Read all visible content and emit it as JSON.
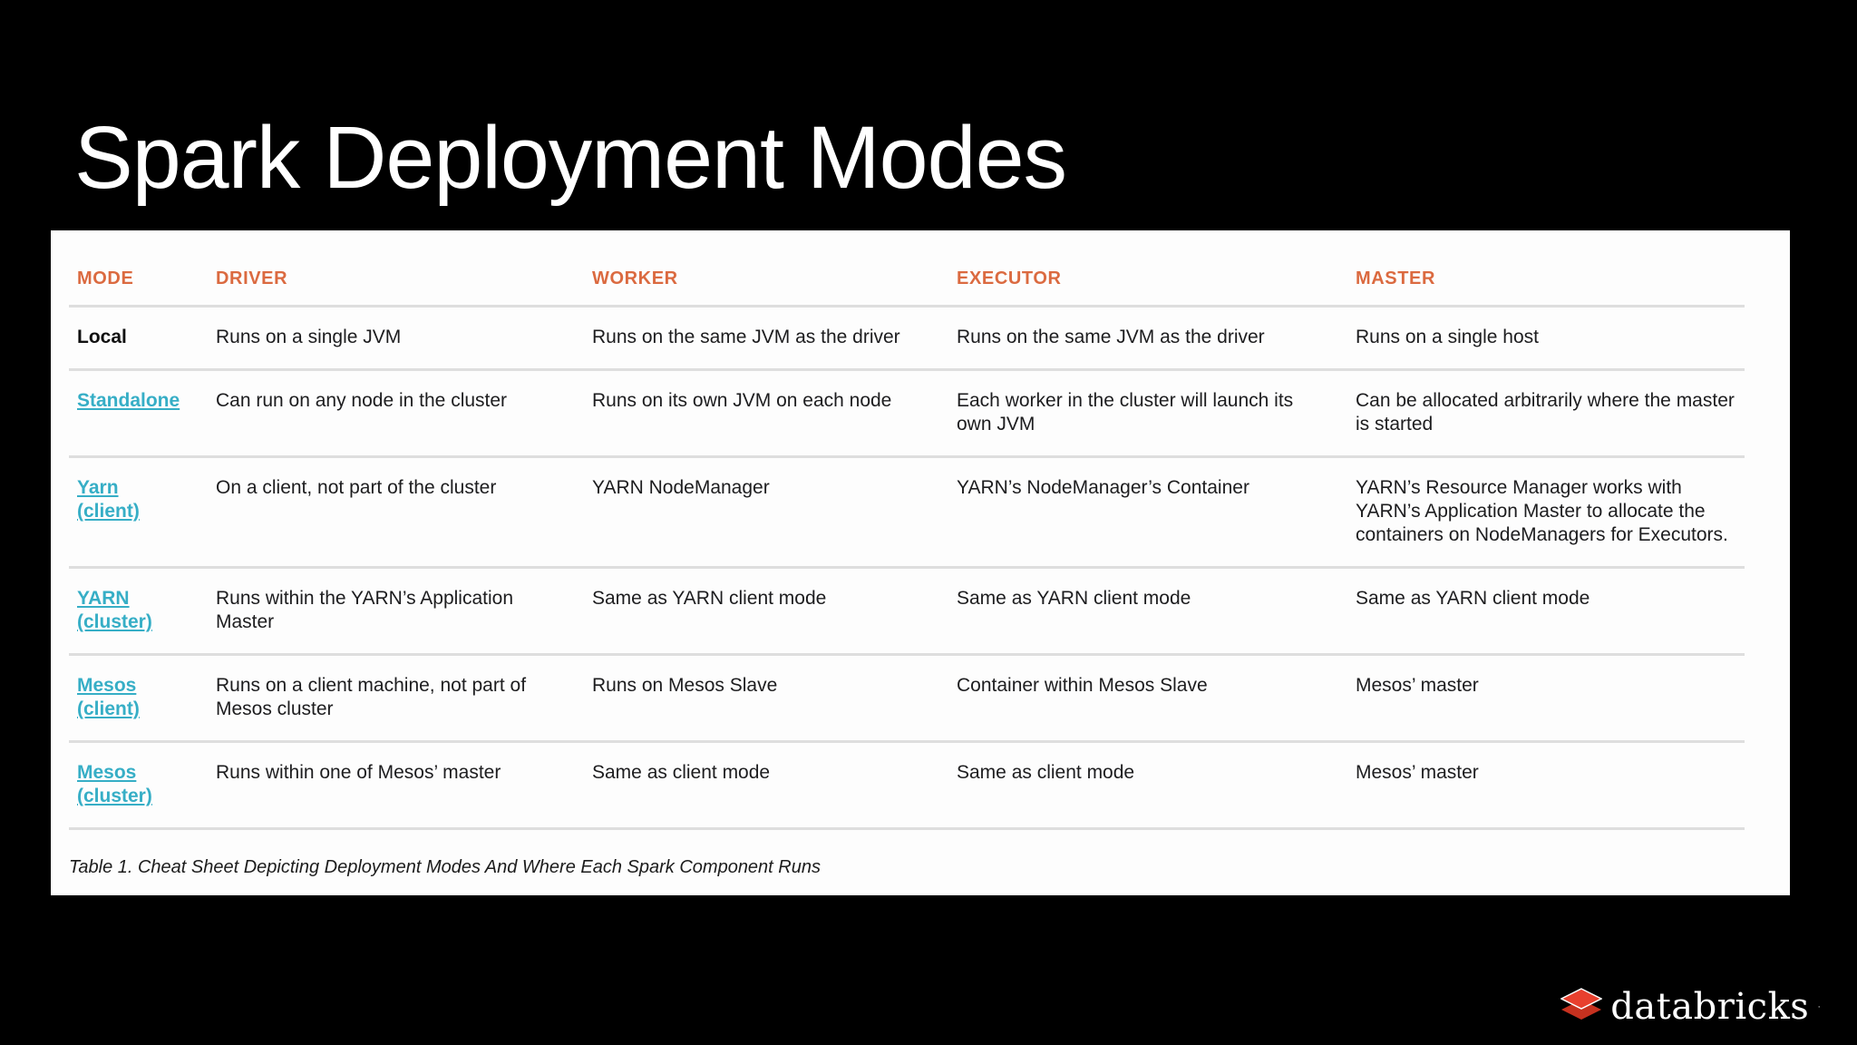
{
  "slide": {
    "title": "Spark Deployment Modes",
    "caption": "Table 1. Cheat Sheet Depicting Deployment Modes And Where Each Spark Component Runs"
  },
  "table": {
    "columns": [
      "MODE",
      "DRIVER",
      "WORKER",
      "EXECUTOR",
      "MASTER"
    ],
    "rows": [
      {
        "mode": "Local",
        "is_link": false,
        "driver": "Runs on a single JVM",
        "worker": "Runs on the same JVM as the driver",
        "executor": "Runs on the same JVM as the driver",
        "master": "Runs on a single host"
      },
      {
        "mode": "Standalone",
        "is_link": true,
        "driver": "Can run on any node in the cluster",
        "worker": "Runs on its own JVM on each node",
        "executor": "Each worker in the cluster will launch its own JVM",
        "master": "Can be allocated arbitrarily where the master is started"
      },
      {
        "mode": "Yarn\n(client)",
        "is_link": true,
        "driver": "On a client, not part of the cluster",
        "worker": "YARN NodeManager",
        "executor": "YARN’s NodeManager’s Container",
        "master": "YARN’s Resource Manager works with YARN’s Application Master to allocate the containers on NodeManagers for Executors."
      },
      {
        "mode": "YARN\n(cluster)",
        "is_link": true,
        "driver": "Runs within the YARN’s Application Master",
        "worker": "Same as YARN client mode",
        "executor": "Same as YARN client mode",
        "master": "Same as YARN client mode"
      },
      {
        "mode": "Mesos\n(client)",
        "is_link": true,
        "driver": "Runs on a client machine, not part of Mesos cluster",
        "worker": "Runs on Mesos Slave",
        "executor": "Container within Mesos Slave",
        "master": "Mesos’ master"
      },
      {
        "mode": "Mesos\n(cluster)",
        "is_link": true,
        "driver": "Runs within one of Mesos’ master",
        "worker": "Same as client mode",
        "executor": "Same as client mode",
        "master": "Mesos’ master"
      }
    ]
  },
  "logo": {
    "text": "databricks",
    "mark": "·"
  },
  "colors": {
    "background": "#000000",
    "panel": "#fdfdfd",
    "header_accent": "#DB6A40",
    "link_teal": "#36AEC6",
    "body_text": "#1d1d1f",
    "divider": "#dedede",
    "logo_red_top": "#E8402E",
    "logo_red_bottom": "#C6311F",
    "title_text": "#ffffff"
  }
}
